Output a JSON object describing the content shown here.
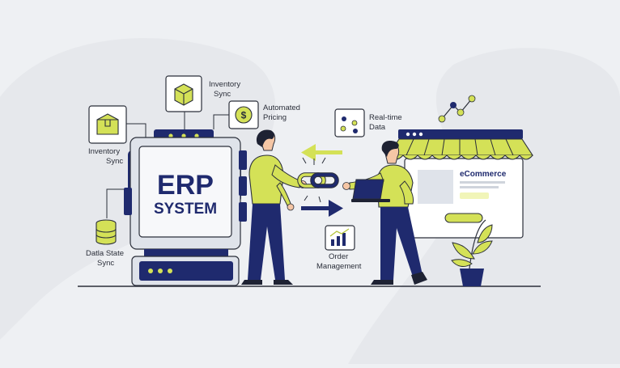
{
  "erp": {
    "line1": "ERP",
    "line2": "SYSTEM"
  },
  "labels": {
    "inventory_sync_top_1": "Inventory",
    "inventory_sync_top_2": "Sync",
    "inventory_sync_left_1": "Inventory",
    "inventory_sync_left_2": "Sync",
    "automated_pricing_1": "Automated",
    "automated_pricing_2": "Pricing",
    "realtime_data_1": "Real-time",
    "realtime_data_2": "Data",
    "data_state_sync_1": "Datla State",
    "data_state_sync_2": "Sync",
    "order_management_1": "Order",
    "order_management_2": "Management"
  },
  "shop": {
    "title": "eCommerce"
  },
  "icons": {
    "inventory_top": "box-icon",
    "inventory_left": "box-icon",
    "pricing": "dollar-coin-icon",
    "realtime": "dots-network-icon",
    "data_state": "database-icon",
    "order": "bar-chart-icon",
    "trend": "line-trend-icon",
    "chain": "chain-link-icon",
    "plant": "potted-plant-icon",
    "laptop": "laptop-icon"
  },
  "colors": {
    "navy": "#1f2a6e",
    "lime": "#d4e157",
    "background": "#eef0f3"
  }
}
